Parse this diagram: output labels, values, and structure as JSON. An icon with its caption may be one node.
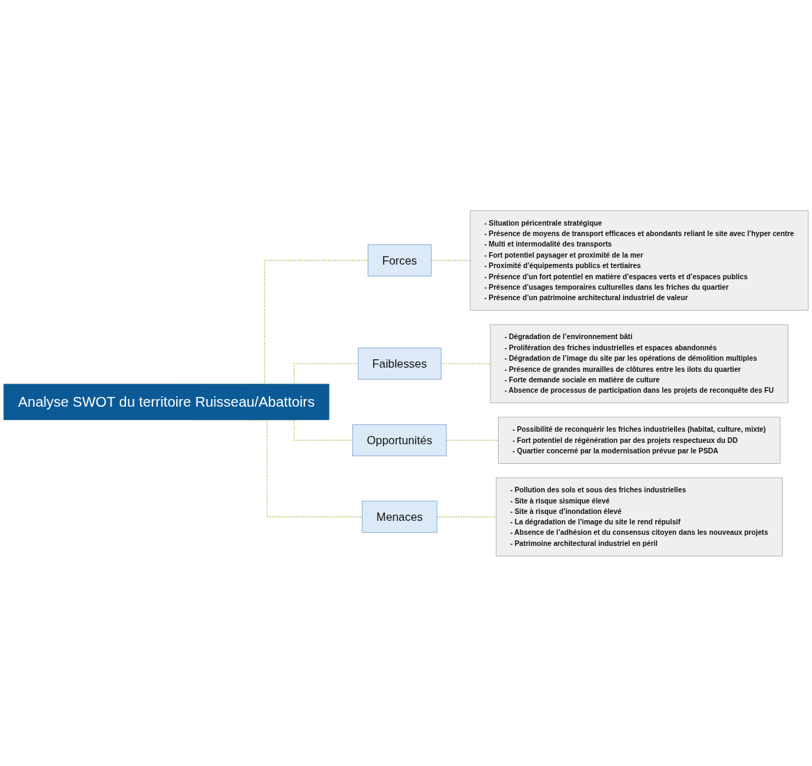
{
  "diagram": {
    "nodes": [
      {
        "text": [
          "Analyse SWOT du territoire Ruisseau/Abattoirs"
        ]
      },
      {
        "text": [
          "Forces"
        ]
      },
      {
        "text": [
          "- Situation péricentrale stratégique",
          "- Présence de moyens de transport efficaces et abondants reliant le site avec l’hyper centre",
          "- Multi et intermodalité des transports",
          "- Fort potentiel paysager et proximité de la mer",
          "- Proximité d’équipements publics et tertiaires",
          "- Présence d’un fort potentiel en matière d’espaces verts et d’espaces publics",
          "- Présence d’usages temporaires culturelles dans les friches du quartier",
          "- Présence d’un patrimoine architectural industriel de valeur"
        ]
      },
      {
        "text": [
          "Faiblesses"
        ]
      },
      {
        "text": [
          "- Dégradation de l’environnement bâti",
          "- Prolifération des friches industrielles et espaces abandonnés",
          "- Dégradation de l’image du site par les opérations de démolition multiples",
          "- Présence de grandes murailles de clôtures entre les ilots du quartier",
          "- Forte demande sociale en matière de culture",
          "- Absence de processus de participation dans les projets de reconquête des FU"
        ]
      },
      {
        "text": [
          "Opportunités"
        ]
      },
      {
        "text": [
          "- Possibilité de reconquérir les friches industrielles (habitat, culture, mixte)",
          "- Fort potentiel de régénération par des projets respectueux du DD",
          "- Quartier concerné par la modernisation prévue par le PSDA"
        ]
      },
      {
        "text": [
          "Menaces"
        ]
      },
      {
        "text": [
          "- Pollution des sols et sous des friches industrielles",
          "- Site à risque sismique élevé",
          "- Site à risque d’inondation élevé",
          "- La dégradation de l’image du site le rend répulsif",
          "- Absence de l’adhésion et du consensus citoyen dans les nouveaux projets",
          "- Patrimoine architectural industriel en péril"
        ]
      }
    ],
    "edges": [
      {
        "from": 0,
        "to": 1,
        "arrow": "none",
        "style": "dashed"
      },
      {
        "from": 1,
        "to": 2,
        "arrow": "none",
        "style": "dashed"
      },
      {
        "from": 0,
        "to": 3,
        "arrow": "none",
        "style": "dashed"
      },
      {
        "from": 3,
        "to": 4,
        "arrow": "none",
        "style": "dashed"
      },
      {
        "from": 0,
        "to": 5,
        "arrow": "none",
        "style": "dashed"
      },
      {
        "from": 5,
        "to": 6,
        "arrow": "none",
        "style": "dashed"
      },
      {
        "from": 0,
        "to": 7,
        "arrow": "none",
        "style": "dashed"
      },
      {
        "from": 7,
        "to": 8,
        "arrow": "none",
        "style": "dashed"
      }
    ]
  }
}
